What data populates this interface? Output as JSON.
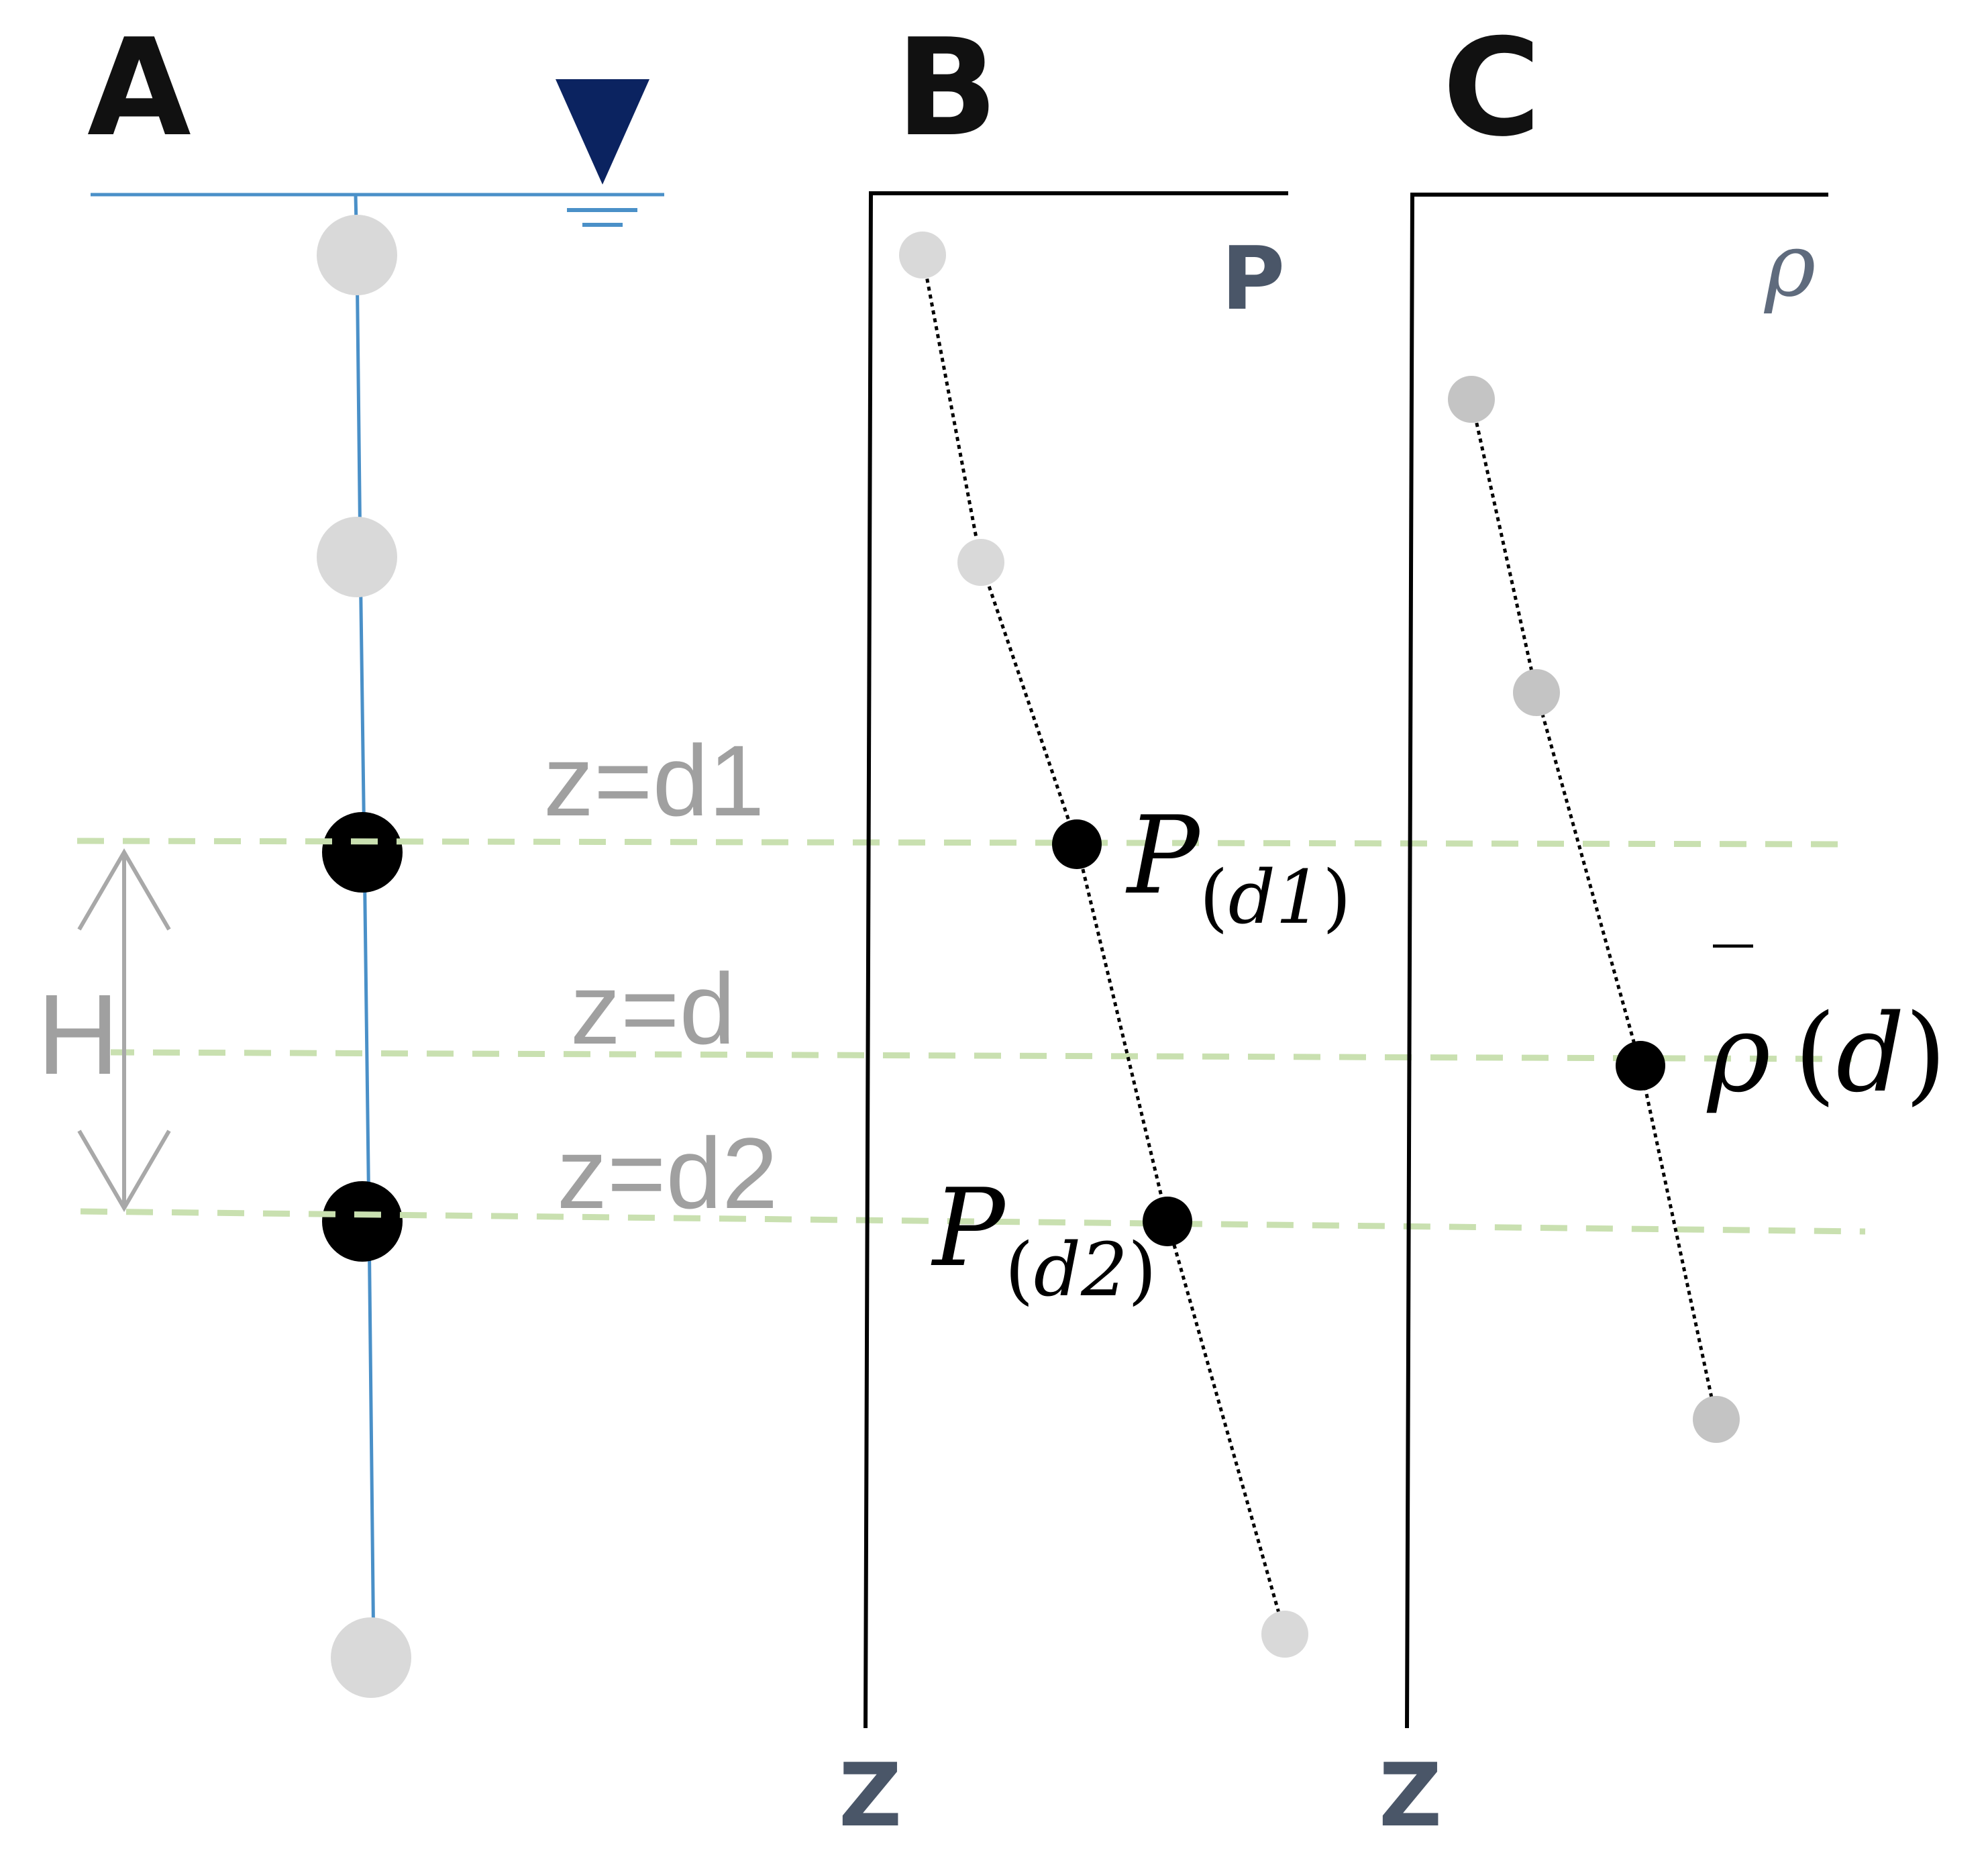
{
  "panels": {
    "a": "A",
    "b": "B",
    "c": "C"
  },
  "depth_labels": {
    "d1": "z=d1",
    "d": "z=d",
    "d2": "z=d2"
  },
  "spacing_label": "H",
  "axis": {
    "b_top": "P",
    "b_bottom": "Z",
    "c_top": "ρ",
    "c_bottom": "Z"
  },
  "math_labels": {
    "p_d1": {
      "base": "P",
      "open": "(",
      "sub": "d1",
      "close": ")"
    },
    "p_d2": {
      "base": "P",
      "open": "(",
      "sub": "d2",
      "close": ")"
    },
    "rho_bar": {
      "base": "ρ",
      "bar": "‾",
      "open": "(",
      "arg": "d",
      "close": ")"
    }
  },
  "colors": {
    "water": "#4a90c8",
    "water_symbol": "#0b2360",
    "sensor_light": "#d9d9d9",
    "sensor_mid": "#c4c4c4",
    "sensor_active": "#000000",
    "depth_guide": "#c9e0b0",
    "arrow": "#a8a8a8",
    "axis": "#000000"
  }
}
